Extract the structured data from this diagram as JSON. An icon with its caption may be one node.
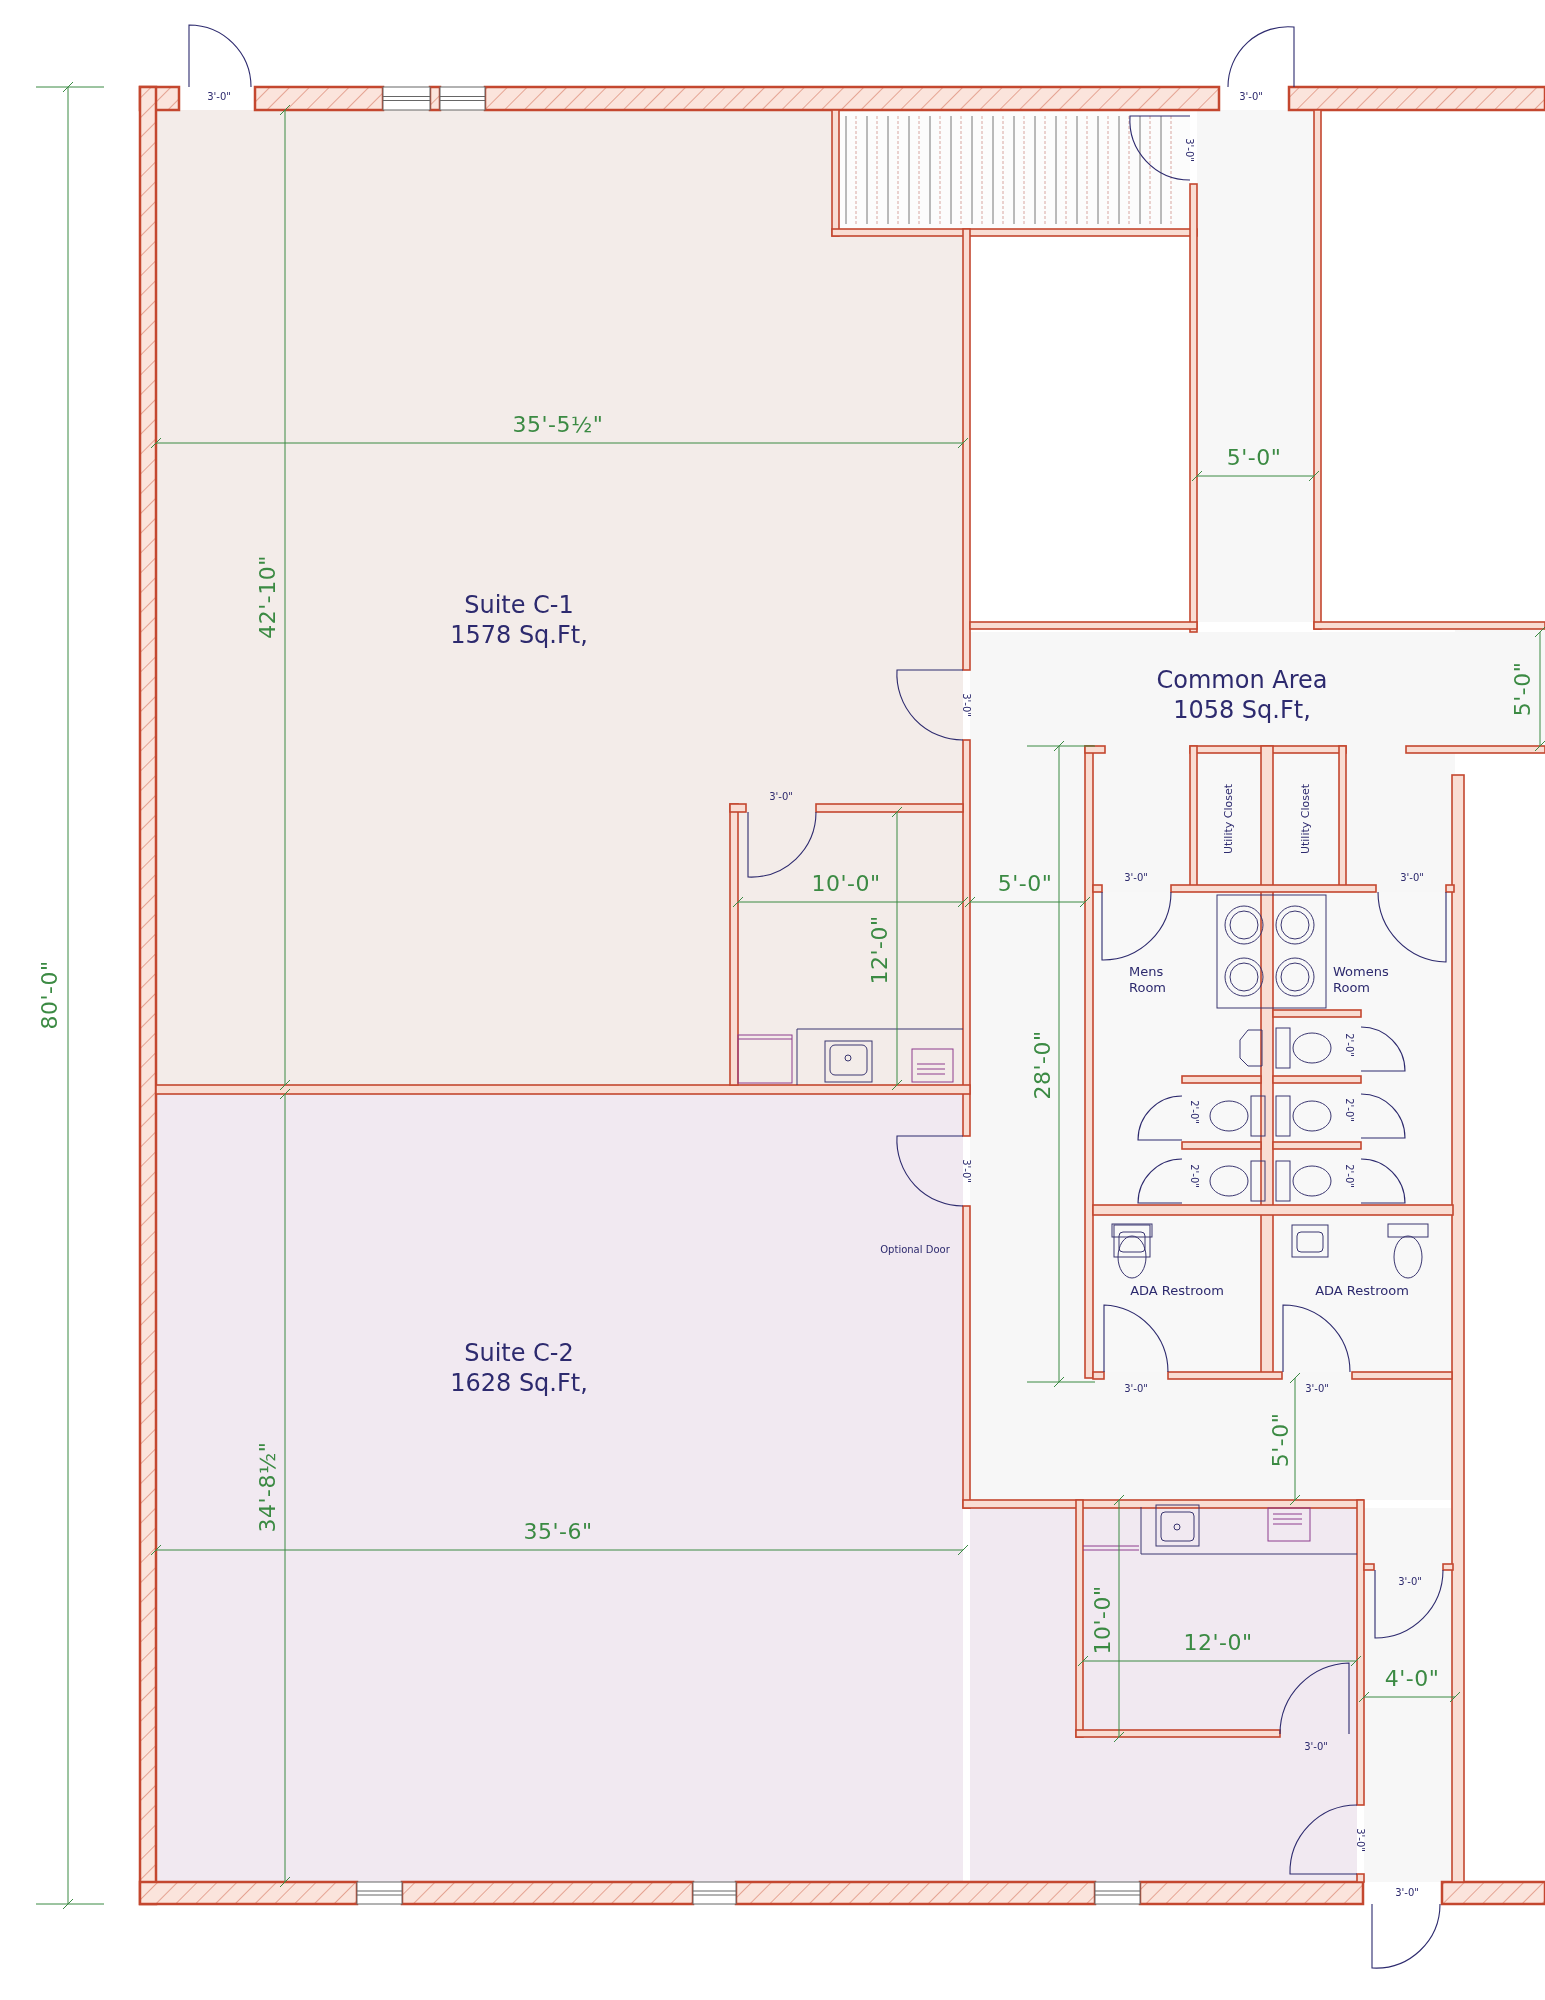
{
  "diagram": {
    "nodes": [
      {
        "text": [
          "Suite C-1",
          "1578 Sq.Ft,"
        ]
      },
      {
        "text": [
          "Common Area",
          "1058 Sq.Ft,"
        ]
      },
      {
        "text": [
          "Utility Closet"
        ],
        "in": 1
      },
      {
        "text": [
          "Utility Closet"
        ],
        "in": 1
      },
      {
        "text": [
          "Mens Room"
        ],
        "in": 1
      },
      {
        "text": [
          "Womens Room"
        ],
        "in": 1
      },
      {
        "text": [
          "ADA Restroom"
        ],
        "in": 1
      },
      {
        "text": [
          "ADA Restroom"
        ],
        "in": 1
      },
      {
        "text": [
          "Suite C-2",
          "1628 Sq.Ft,"
        ]
      }
    ],
    "labels": [
      "3'-0\"",
      "3'-0\"",
      "3'-0\"",
      "35'-5½\"",
      "5'-0\"",
      "42'-10\"",
      "5'-0\"",
      "3'-0\"",
      "3'-0\"",
      "10'-0\"",
      "5'-0\"",
      "3'-0\"",
      "3'-0\"",
      "12'-0\"",
      "80'-0\"",
      "2'-0\"",
      "28'-0\"",
      "2'-0\"",
      "2'-0\"",
      "3'-0\"",
      "2'-0\"",
      "2'-0\"",
      "Optional Door",
      "3'-0\"",
      "3'-0\"",
      "5'-0\"",
      "34'-8½\"",
      "35'-6\"",
      "3'-0\"",
      "10'-0\"",
      "12'-0\"",
      "4'-0\"",
      "3'-0\"",
      "3'-0\"",
      "3'-0\""
    ]
  }
}
